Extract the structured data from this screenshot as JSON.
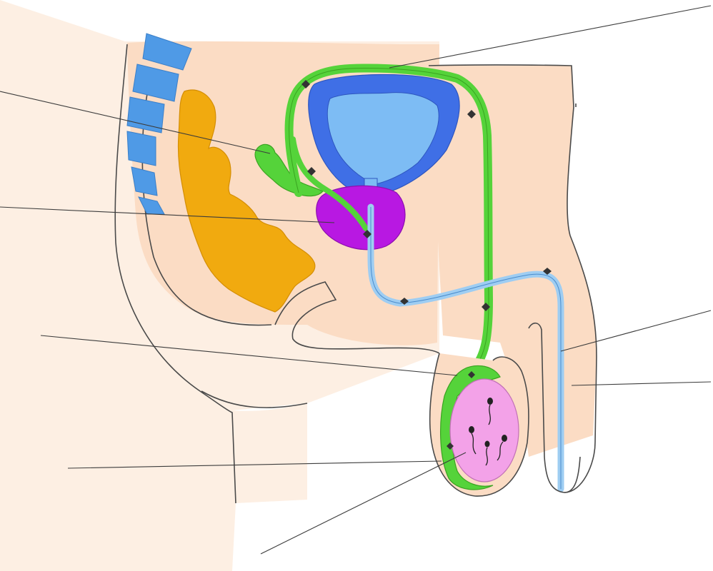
{
  "colors": {
    "background": "#ffffff",
    "skin_light": "#fdefe3",
    "skin": "#fbdcc4",
    "spine": "#4f9ae6",
    "rectum": "#f1aa0f",
    "bladder_wall": "#3f6fe6",
    "bladder_inner": "#7dbcf4",
    "prostate": "#b818e2",
    "vas_deferens": "#55d33a",
    "urethra": "#9ecdf2",
    "testis": "#f3a2e8",
    "outline": "#4a4a4a",
    "leader_line": "#3c3c3c"
  },
  "structures": [
    "vertebrae",
    "rectum",
    "urinary-bladder",
    "seminal-vesicle",
    "prostate-gland",
    "vas-deferens",
    "urethra",
    "penis",
    "epididymis",
    "testis",
    "scrotum"
  ],
  "labels": []
}
